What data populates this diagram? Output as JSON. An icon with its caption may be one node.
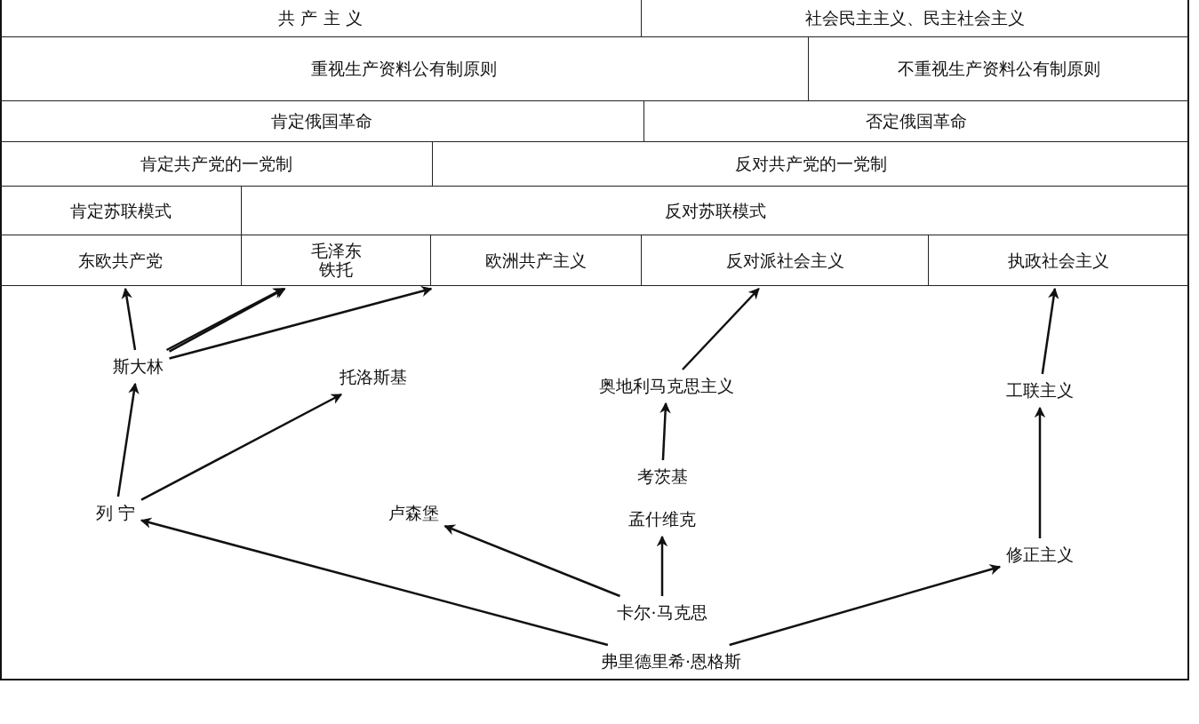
{
  "diagram": {
    "nodes": [
      {
        "text": [
          "共 产 主 义"
        ]
      },
      {
        "text": [
          "社会民主主义、民主社会主义"
        ]
      },
      {
        "text": [
          "重视生产资料公有制原则"
        ]
      },
      {
        "text": [
          "不重视生产资料公有制原则"
        ]
      },
      {
        "text": [
          "肯定俄国革命"
        ]
      },
      {
        "text": [
          "否定俄国革命"
        ]
      },
      {
        "text": [
          "肯定共产党的一党制"
        ]
      },
      {
        "text": [
          "反对共产党的一党制"
        ]
      },
      {
        "text": [
          "肯定苏联模式"
        ]
      },
      {
        "text": [
          "反对苏联模式"
        ]
      },
      {
        "text": [
          "东欧共产党"
        ]
      },
      {
        "text": [
          "毛泽东",
          "铁托"
        ]
      },
      {
        "text": [
          "欧洲共产主义"
        ]
      },
      {
        "text": [
          "反对派社会主义"
        ]
      },
      {
        "text": [
          "执政社会主义"
        ]
      },
      {
        "text": [
          "斯大林"
        ]
      },
      {
        "text": [
          "托洛斯基"
        ]
      },
      {
        "text": [
          "奥地利马克思主义"
        ]
      },
      {
        "text": [
          "工联主义"
        ]
      },
      {
        "text": [
          "考茨基"
        ]
      },
      {
        "text": [
          "列 宁"
        ]
      },
      {
        "text": [
          "卢森堡"
        ]
      },
      {
        "text": [
          "孟什维克"
        ]
      },
      {
        "text": [
          "修正主义"
        ]
      },
      {
        "text": [
          "卡尔·马克思"
        ]
      },
      {
        "text": [
          "弗里德里希·恩格斯"
        ]
      }
    ],
    "edges": [
      {
        "from": 15,
        "to": 10,
        "arrow": "to"
      },
      {
        "from": 15,
        "to": 11,
        "arrow": "to"
      },
      {
        "from": 15,
        "to": 11,
        "arrow": "to"
      },
      {
        "from": 15,
        "to": 12,
        "arrow": "to"
      },
      {
        "from": 20,
        "to": 15,
        "arrow": "to"
      },
      {
        "from": 20,
        "to": 16,
        "arrow": "to"
      },
      {
        "from": 17,
        "to": 13,
        "arrow": "to"
      },
      {
        "from": 19,
        "to": 17,
        "arrow": "to"
      },
      {
        "from": 18,
        "to": 14,
        "arrow": "to"
      },
      {
        "from": 23,
        "to": 18,
        "arrow": "to"
      },
      {
        "from": 25,
        "to": 20,
        "arrow": "to"
      },
      {
        "from": 24,
        "to": 21,
        "arrow": "to"
      },
      {
        "from": 24,
        "to": 22,
        "arrow": "to"
      },
      {
        "from": 25,
        "to": 23,
        "arrow": "to"
      }
    ]
  }
}
